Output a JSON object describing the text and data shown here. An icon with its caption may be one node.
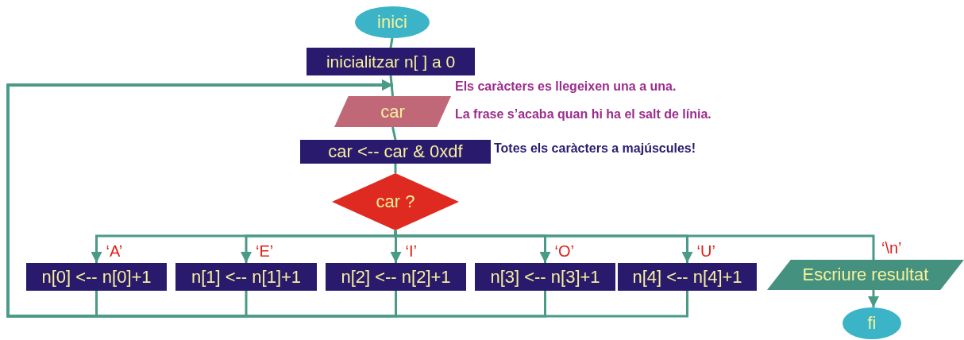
{
  "diagram": {
    "nodes": [
      {
        "text": [
          "inici"
        ]
      },
      {
        "text": [
          "inicialitzar n[ ] a 0"
        ]
      },
      {
        "text": [
          "car"
        ],
        "beside": [
          "Els caràcters es llegeixen una a una.",
          "La frase s’acaba quan hi ha el salt de línia."
        ]
      },
      {
        "text": [
          "car <-- car & 0xdf"
        ],
        "beside": [
          "Totes els caràcters a majúscules!"
        ]
      },
      {
        "text": [
          "car ?"
        ]
      },
      {
        "text": [
          "n[0] <-- n[0]+1"
        ]
      },
      {
        "text": [
          "n[1] <-- n[1]+1"
        ]
      },
      {
        "text": [
          "n[2] <-- n[2]+1"
        ]
      },
      {
        "text": [
          "n[3] <-- n[3]+1"
        ]
      },
      {
        "text": [
          "n[4] <-- n[4]+1"
        ]
      },
      {
        "text": [
          "Escriure resultat"
        ]
      },
      {
        "text": [
          "fi"
        ]
      }
    ],
    "edges": [
      {
        "from": 0,
        "to": 1,
        "arrow": "none"
      },
      {
        "from": 1,
        "to": 2,
        "arrow": "none"
      },
      {
        "from": 2,
        "to": 3,
        "arrow": "none"
      },
      {
        "from": 3,
        "to": 4,
        "arrow": "none"
      },
      {
        "from": 4,
        "to": 5,
        "arrow": "to",
        "label": "‘A’"
      },
      {
        "from": 4,
        "to": 6,
        "arrow": "to",
        "label": "‘E’"
      },
      {
        "from": 4,
        "to": 7,
        "arrow": "to",
        "label": "‘I’"
      },
      {
        "from": 4,
        "to": 8,
        "arrow": "to",
        "label": "‘O’"
      },
      {
        "from": 4,
        "to": 9,
        "arrow": "to",
        "label": "‘U’"
      },
      {
        "from": 4,
        "to": 10,
        "arrow": "none",
        "label": "‘\\n’"
      },
      {
        "from": 10,
        "to": 11,
        "arrow": "to"
      },
      {
        "from": 5,
        "to": 2,
        "arrow": "to"
      },
      {
        "from": 6,
        "to": 2,
        "arrow": "to"
      },
      {
        "from": 7,
        "to": 2,
        "arrow": "to"
      },
      {
        "from": 8,
        "to": 2,
        "arrow": "to"
      },
      {
        "from": 9,
        "to": 2,
        "arrow": "to"
      }
    ]
  }
}
